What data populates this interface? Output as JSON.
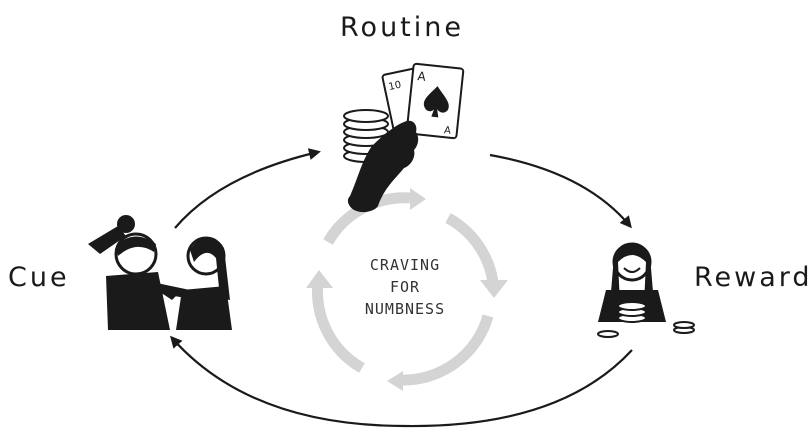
{
  "diagram": {
    "labels": {
      "routine": "Routine",
      "cue": "Cue",
      "reward": "Reward"
    },
    "center": {
      "line1": "CRAVING",
      "line2": "FOR",
      "line3": "NUMBNESS"
    },
    "playing_cards": {
      "back_card": "10",
      "front_card": "A",
      "front_card_corner": "A"
    },
    "colors": {
      "ink": "#1a1a1a",
      "inner_cycle": "#d4d4d4",
      "background": "#ffffff"
    }
  }
}
